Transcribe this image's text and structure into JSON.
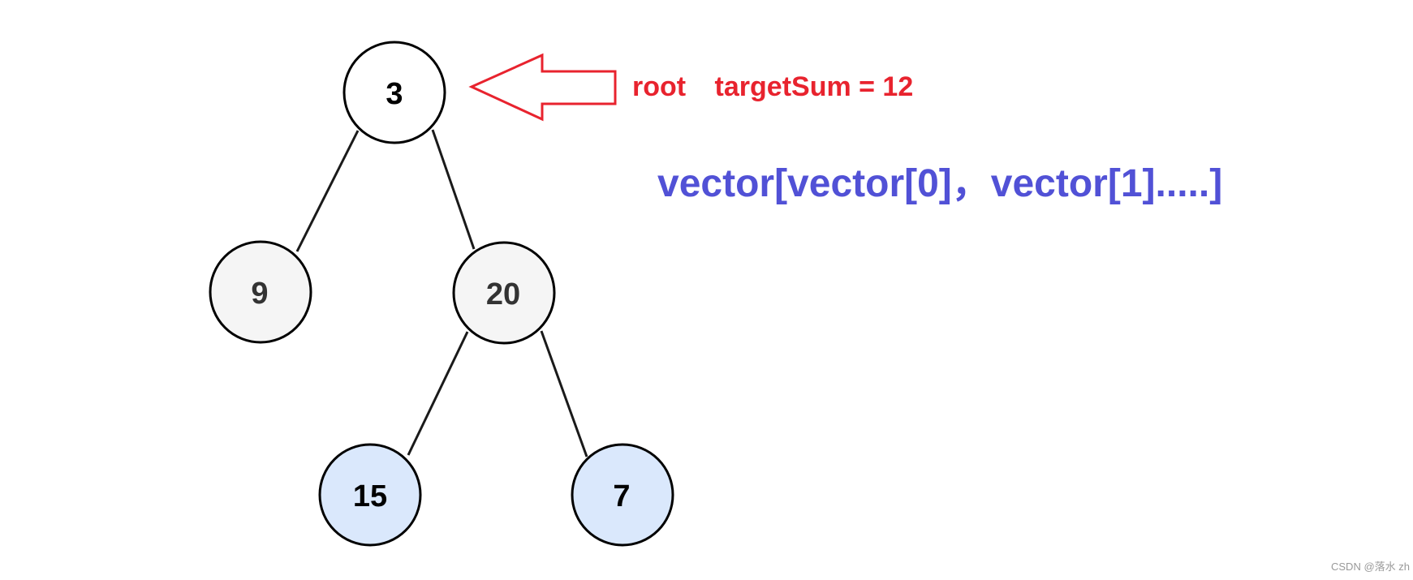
{
  "tree": {
    "nodes": [
      {
        "id": "n3",
        "label": "3",
        "fill": "#ffffff",
        "text_color": "#000000"
      },
      {
        "id": "n9",
        "label": "9",
        "fill": "#f5f5f5",
        "text_color": "#333333"
      },
      {
        "id": "n20",
        "label": "20",
        "fill": "#f5f5f5",
        "text_color": "#333333"
      },
      {
        "id": "n15",
        "label": "15",
        "fill": "#dae8fc",
        "text_color": "#000000"
      },
      {
        "id": "n7",
        "label": "7",
        "fill": "#dae8fc",
        "text_color": "#000000"
      }
    ],
    "edges": [
      {
        "from": "n3",
        "to": "n9"
      },
      {
        "from": "n3",
        "to": "n20"
      },
      {
        "from": "n20",
        "to": "n15"
      },
      {
        "from": "n20",
        "to": "n7"
      }
    ]
  },
  "annotations": {
    "root_label": "root",
    "target_sum": "targetSum = 12",
    "vector_text": "vector[vector[0]，vector[1].....]"
  },
  "watermark": "CSDN @落水 zh",
  "colors": {
    "arrow": "#e8232e",
    "root_text": "#e8232e",
    "vector_text": "#5151d6",
    "edge": "#1a1a1a",
    "node_stroke": "#000000",
    "watermark": "#999999"
  }
}
